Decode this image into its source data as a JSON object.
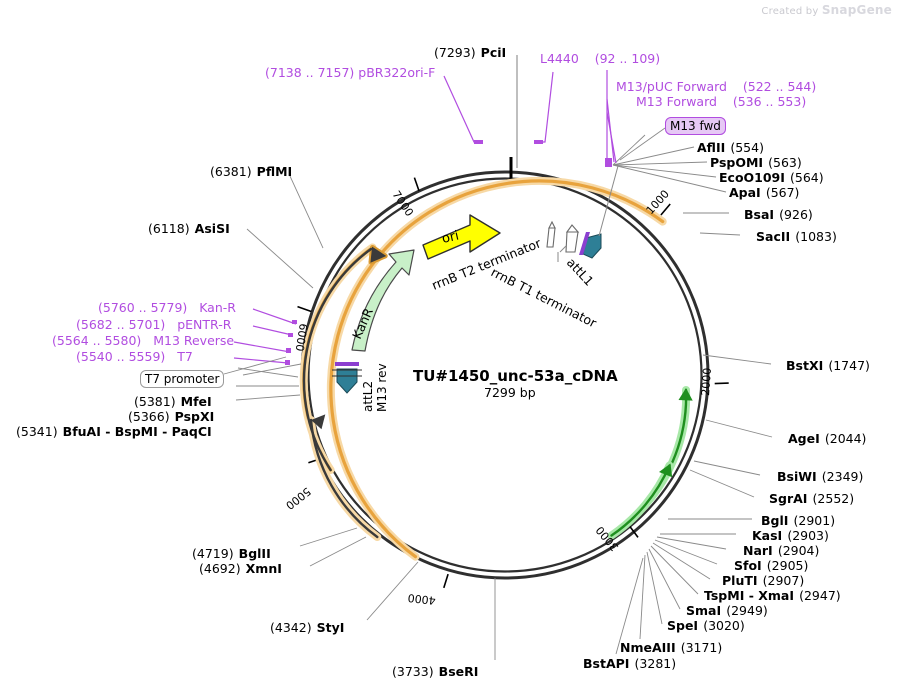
{
  "watermark": {
    "prefix": "Created by",
    "brand": "SnapGene"
  },
  "plasmid": {
    "name": "TU#1450_unc-53a_cDNA",
    "size": "7299 bp",
    "size_bp": 7299
  },
  "colors": {
    "primer": "#b14de0",
    "backbone": "#2f2f2f",
    "orange": "#e8a33d",
    "orange_halo": "#f7d9a6",
    "green": "#2aa32a",
    "green_halo": "#a8e8a8",
    "kanr_fill": "#c8f0c8",
    "ori_fill": "#ffff00",
    "attl_fill": "#2e7f96",
    "attl_stripe": "#8b3fd0",
    "leader": "#8a8a8a"
  },
  "ruler_ticks": [
    {
      "label": "1000",
      "bp": 1000
    },
    {
      "label": "2000",
      "bp": 2000
    },
    {
      "label": "3000",
      "bp": 3000
    },
    {
      "label": "4000",
      "bp": 4000
    },
    {
      "label": "5000",
      "bp": 5000
    },
    {
      "label": "6000",
      "bp": 6000
    },
    {
      "label": "7000",
      "bp": 7000
    }
  ],
  "features": [
    {
      "name": "ori",
      "kind": "arrow-yellow"
    },
    {
      "name": "KanR",
      "kind": "arrow-green"
    },
    {
      "name": "rrnB T2 terminator",
      "kind": "terminator"
    },
    {
      "name": "rrnB T1 terminator",
      "kind": "terminator"
    },
    {
      "name": "attL1",
      "kind": "att"
    },
    {
      "name": "attL2",
      "kind": "att"
    },
    {
      "name": "M13 rev",
      "kind": "primer-label"
    },
    {
      "name": "M13 fwd",
      "kind": "primer-box"
    },
    {
      "name": "T7 promoter",
      "kind": "feature-box"
    }
  ],
  "primers": [
    {
      "name": "pBR322ori-F",
      "range": "(7138 .. 7157)"
    },
    {
      "name": "L4440",
      "range": "(92 .. 109)"
    },
    {
      "name": "M13/pUC Forward",
      "range": "(522 .. 544)"
    },
    {
      "name": "M13 Forward",
      "range": "(536 .. 553)"
    },
    {
      "name": "Kan-R",
      "range": "(5760 .. 5779)"
    },
    {
      "name": "pENTR-R",
      "range": "(5682 .. 5701)"
    },
    {
      "name": "M13 Reverse",
      "range": "(5564 .. 5580)"
    },
    {
      "name": "T7",
      "range": "(5540 .. 5559)"
    }
  ],
  "enzymes_top": [
    {
      "name": "PciI",
      "pos": "(7293)"
    }
  ],
  "enzymes_right": [
    {
      "name": "AflII",
      "pos": "(554)"
    },
    {
      "name": "PspOMI",
      "pos": "(563)"
    },
    {
      "name": "EcoO109I",
      "pos": "(564)"
    },
    {
      "name": "ApaI",
      "pos": "(567)"
    },
    {
      "name": "BsaI",
      "pos": "(926)"
    },
    {
      "name": "SacII",
      "pos": "(1083)"
    },
    {
      "name": "BstXI",
      "pos": "(1747)"
    },
    {
      "name": "AgeI",
      "pos": "(2044)"
    },
    {
      "name": "BsiWI",
      "pos": "(2349)"
    },
    {
      "name": "SgrAI",
      "pos": "(2552)"
    },
    {
      "name": "BglI",
      "pos": "(2901)"
    },
    {
      "name": "KasI",
      "pos": "(2903)"
    },
    {
      "name": "NarI",
      "pos": "(2904)"
    },
    {
      "name": "SfoI",
      "pos": "(2905)"
    },
    {
      "name": "PluTI",
      "pos": "(2907)"
    },
    {
      "name": "TspMI - XmaI",
      "pos": "(2947)"
    },
    {
      "name": "SmaI",
      "pos": "(2949)"
    },
    {
      "name": "SpeI",
      "pos": "(3020)"
    },
    {
      "name": "NmeAIII",
      "pos": "(3171)"
    },
    {
      "name": "BstAPI",
      "pos": "(3281)"
    }
  ],
  "enzymes_bottom": [
    {
      "name": "BseRI",
      "pos": "(3733)"
    },
    {
      "name": "StyI",
      "pos": "(4342)"
    },
    {
      "name": "XmnI",
      "pos": "(4692)"
    },
    {
      "name": "BglII",
      "pos": "(4719)"
    }
  ],
  "enzymes_left": [
    {
      "name": "BfuAI - BspMI - PaqCI",
      "pos": "(5341)"
    },
    {
      "name": "PspXI",
      "pos": "(5366)"
    },
    {
      "name": "MfeI",
      "pos": "(5381)"
    },
    {
      "name": "AsiSI",
      "pos": "(6118)"
    },
    {
      "name": "PflMI",
      "pos": "(6381)"
    }
  ],
  "labels": {
    "m13fwd": "M13 fwd",
    "m13rev": "M13 rev",
    "t7promoter": "T7 promoter",
    "attL1": "attL1",
    "attL2": "attL2",
    "ori": "ori",
    "kanr": "KanR",
    "rrnbT2": "rrnB T2 terminator",
    "rrnbT1": "rrnB T1 terminator"
  }
}
